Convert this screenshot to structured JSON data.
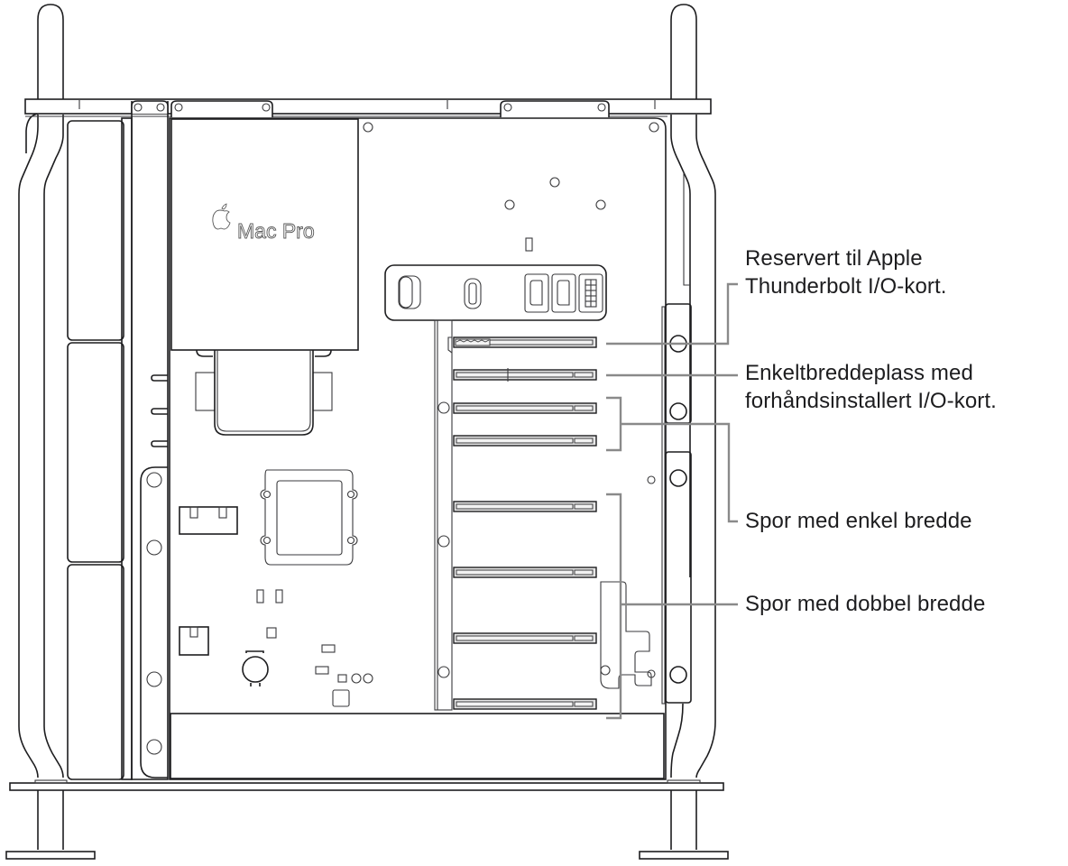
{
  "figure": {
    "subject": "Mac Pro internal side view",
    "colors": {
      "line": "#1d1d1f",
      "callout_line": "#8a8a8a",
      "slot_fill": "#e6e6e6",
      "background": "#ffffff",
      "text": "#1d1d1f"
    }
  },
  "product_label": {
    "logo": "apple-logo-icon",
    "text": "Mac Pro"
  },
  "callouts": [
    {
      "id": "reserved-thunderbolt",
      "lines": [
        "Reservert til Apple",
        "Thunderbolt I/O-kort."
      ]
    },
    {
      "id": "single-width-preinstalled",
      "lines": [
        "Enkeltbreddeplass med",
        "forhåndsinstallert I/O-kort."
      ]
    },
    {
      "id": "single-width-slots",
      "lines": [
        "Spor med enkel bredde"
      ]
    },
    {
      "id": "double-width-slots",
      "lines": [
        "Spor med dobbel bredde"
      ]
    }
  ],
  "pcie_slots": [
    {
      "index": 1,
      "type": "Apple I/O card (reserved)"
    },
    {
      "index": 2,
      "type": "single-width, preinstalled I/O card"
    },
    {
      "index": 3,
      "type": "single-width"
    },
    {
      "index": 4,
      "type": "single-width"
    },
    {
      "index": 5,
      "type": "double-width"
    },
    {
      "index": 6,
      "type": "double-width"
    },
    {
      "index": 7,
      "type": "double-width"
    },
    {
      "index": 8,
      "type": "double-width"
    }
  ],
  "io_ports": [
    "usb-a-port-icon",
    "usb-c-port-icon",
    "displayport-icon",
    "displayport-icon",
    "power-connector-icon"
  ]
}
